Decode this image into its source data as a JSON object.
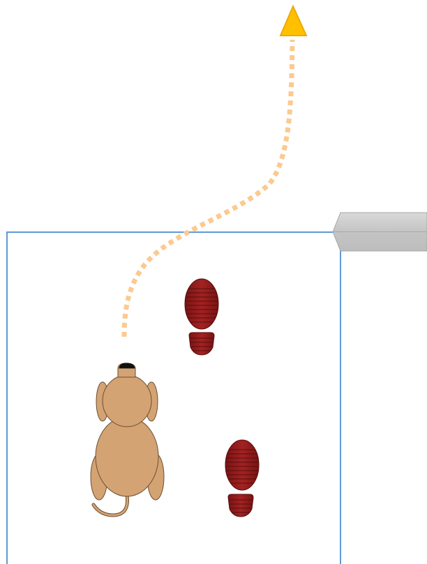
{
  "scene": {
    "background_color": "#ffffff",
    "room": {
      "border_color": "#5b9bd5"
    },
    "wall_bar": {
      "fill_color": "#cfcfcf",
      "shade_color": "#b0b0b0",
      "stroke_color": "#a6a6a6"
    },
    "path": {
      "color": "#fcc98f",
      "style": "dotted",
      "arrowhead_color": "#ffc000"
    },
    "footprints": {
      "count": 2,
      "color": "#8b1a1a",
      "tread_color": "#5a0d0d"
    },
    "dog": {
      "body_color": "#d4a373",
      "outline_color": "#6b4e32",
      "nose_color": "#111111",
      "view": "top-down"
    }
  }
}
